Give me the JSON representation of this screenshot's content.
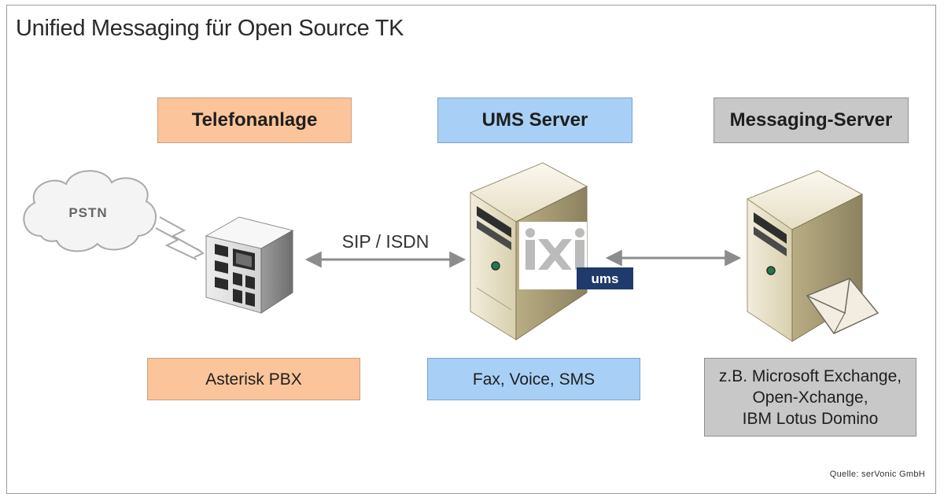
{
  "title": "Unified Messaging für Open Source TK",
  "columns": {
    "left": {
      "header": "Telefonanlage",
      "caption": "Asterisk PBX"
    },
    "center": {
      "header": "UMS Server",
      "caption": "Fax, Voice, SMS"
    },
    "right": {
      "header": "Messaging-Server",
      "caption_lines": [
        "z.B. Microsoft Exchange,",
        "Open-Xchange,",
        "IBM Lotus Domino"
      ]
    }
  },
  "cloud_label": "PSTN",
  "link_label": "SIP / ISDN",
  "logo_text": "ums",
  "source": "Quelle: serVonic GmbH",
  "colors": {
    "orange": "#fbc49a",
    "blue": "#a8cff5",
    "grey": "#c8c8c8",
    "logo_navy": "#1f3a6b"
  },
  "icons": [
    "cloud-icon",
    "lightning-icon",
    "pbx-server-icon",
    "server-tower-icon",
    "ums-logo-icon",
    "envelope-icon"
  ]
}
